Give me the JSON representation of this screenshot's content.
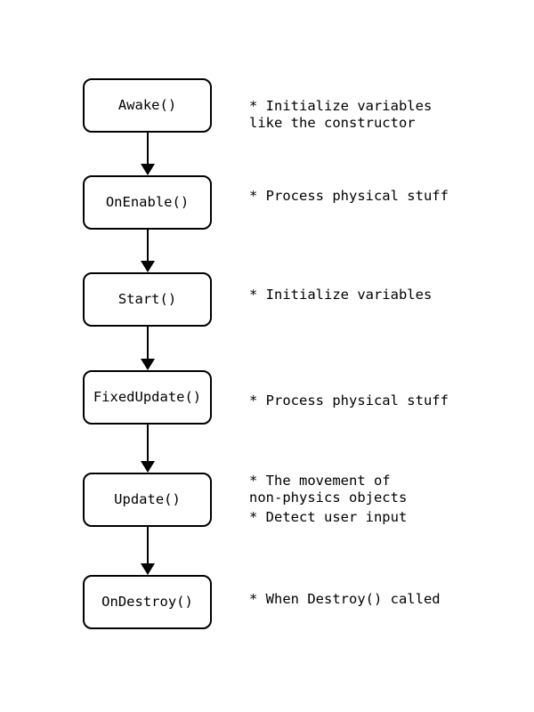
{
  "diagram": {
    "type": "flowchart",
    "colors": {
      "stroke": "#000000",
      "background": "#ffffff",
      "text": "#000000"
    },
    "nodes": [
      {
        "label": "Awake()",
        "notes": [
          "* Initialize variables\nlike the constructor"
        ]
      },
      {
        "label": "OnEnable()",
        "notes": [
          "* Process physical stuff"
        ]
      },
      {
        "label": "Start()",
        "notes": [
          "* Initialize variables"
        ]
      },
      {
        "label": "FixedUpdate()",
        "notes": [
          "* Process physical stuff"
        ]
      },
      {
        "label": "Update()",
        "notes": [
          "* The movement of\nnon-physics objects",
          "* Detect user input"
        ]
      },
      {
        "label": "OnDestroy()",
        "notes": [
          "* When Destroy() called"
        ]
      }
    ]
  }
}
